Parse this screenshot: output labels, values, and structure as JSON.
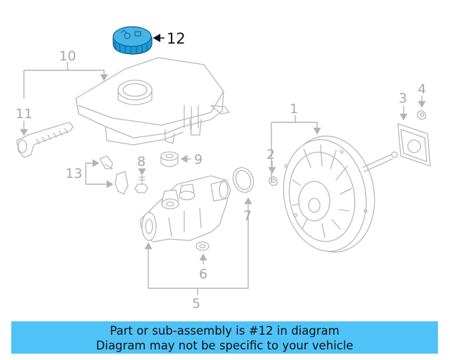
{
  "colors": {
    "highlight": "#1e9bd7",
    "banner": "#4fc3f7",
    "line": "#b8b8b8",
    "label": "#a8a8a8"
  },
  "callouts": {
    "c1": "1",
    "c2": "2",
    "c3": "3",
    "c4": "4",
    "c5": "5",
    "c6": "6",
    "c7": "7",
    "c8": "8",
    "c9": "9",
    "c10": "10",
    "c11": "11",
    "c12": "12",
    "c13": "13"
  },
  "highlighted_part": "12",
  "banner": {
    "line1": "Part or sub-assembly is #12 in diagram",
    "line2": "Diagram may not be specific to your vehicle"
  }
}
